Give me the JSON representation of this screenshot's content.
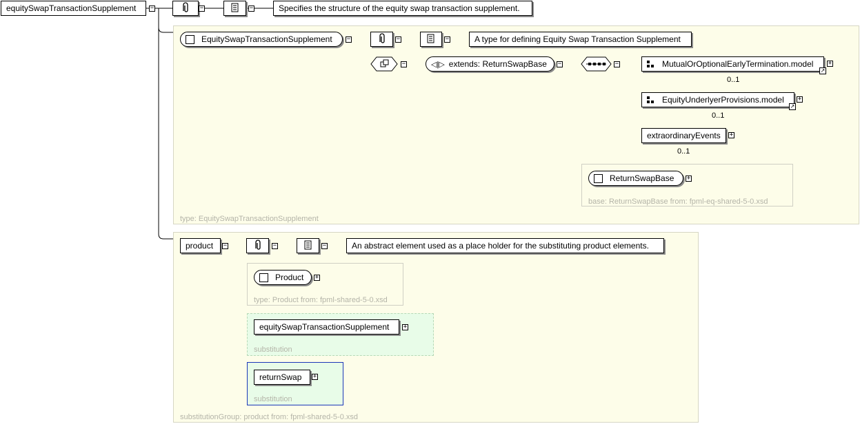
{
  "root": {
    "name": "equitySwapTransactionSupplement",
    "doc": "Specifies the structure of the equity swap transaction supplement."
  },
  "type_panel": {
    "type_name": "EquitySwapTransactionSupplement",
    "doc": "A type for defining Equity Swap Transaction Supplement",
    "extends": "extends: ReturnSwapBase",
    "caption": "type: EquitySwapTransactionSupplement",
    "elements": [
      {
        "name": "MutualOrOptionalEarlyTermination.model",
        "occurs": "0..1"
      },
      {
        "name": "EquityUnderlyerProvisions.model",
        "occurs": "0..1"
      },
      {
        "name": "extraordinaryEvents",
        "occurs": "0..1"
      }
    ],
    "base": {
      "name": "ReturnSwapBase",
      "caption": "base: ReturnSwapBase from: fpml-eq-shared-5-0.xsd"
    }
  },
  "product_panel": {
    "name": "product",
    "doc": "An abstract element used as a place holder for the substituting product elements.",
    "type": {
      "name": "Product",
      "caption": "type: Product from: fpml-shared-5-0.xsd"
    },
    "substitutions": [
      {
        "name": "equitySwapTransactionSupplement",
        "caption": "substitution"
      },
      {
        "name": "returnSwap",
        "caption": "substitution"
      }
    ],
    "caption": "substitutionGroup: product from: fpml-shared-5-0.xsd"
  },
  "symbols": {
    "expand": "+",
    "collapse": "−",
    "ref_arrow": "↗"
  },
  "colors": {
    "panel_bg": "#fdfde9",
    "substitution_bg": "#e8fce8",
    "selected_border": "#1a35b8",
    "caption_gray": "#b4b4a8"
  }
}
